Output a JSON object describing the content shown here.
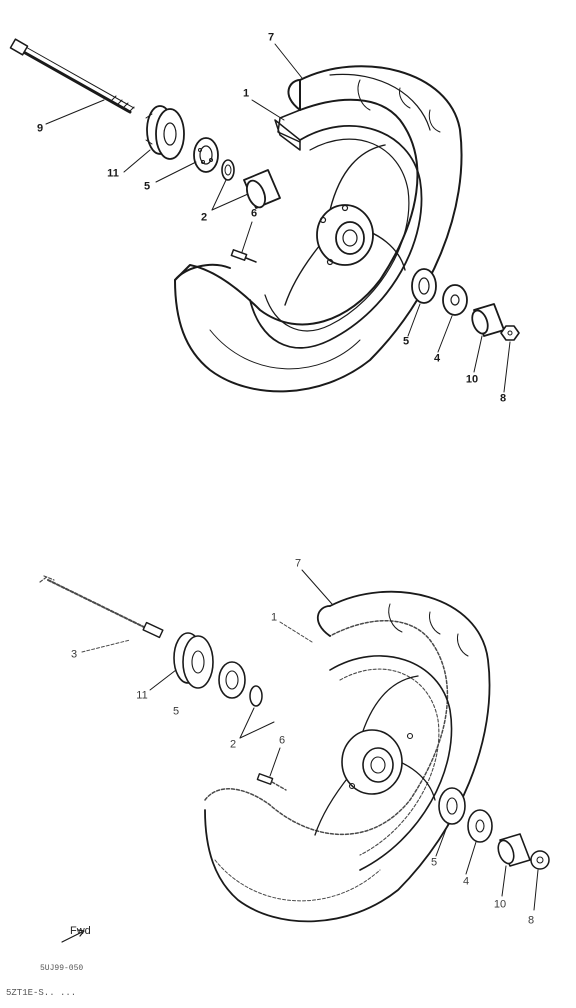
{
  "upper_diagram": {
    "callouts": [
      "7",
      "1",
      "9",
      "11",
      "5",
      "2",
      "6",
      "5",
      "4",
      "10",
      "8"
    ]
  },
  "lower_diagram": {
    "callouts": [
      "7",
      "1",
      "3",
      "11",
      "5",
      "2",
      "6",
      "5",
      "4",
      "10",
      "8"
    ]
  },
  "footer": {
    "mark": "Fwd",
    "code_line": "5UJ99-050",
    "scribble_line": "5ZT1E-S.. ..."
  }
}
